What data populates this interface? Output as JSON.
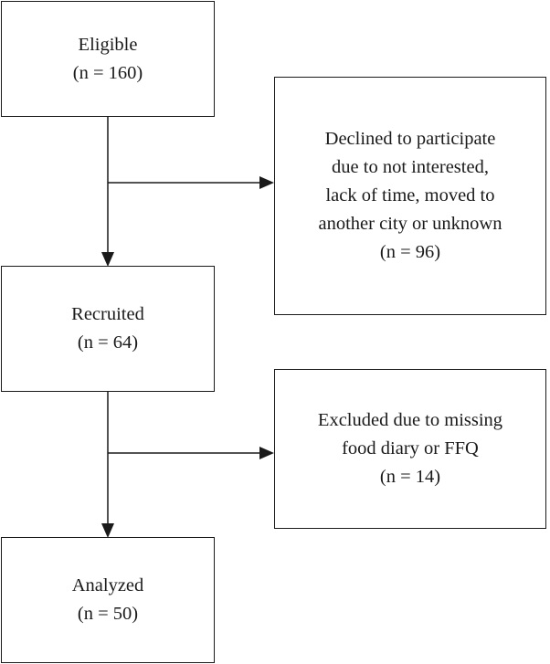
{
  "boxes": {
    "eligible": {
      "title": "Eligible",
      "count": "(n = 160)"
    },
    "declined": {
      "lines": [
        "Declined to participate",
        "due to not interested,",
        "lack of time, moved to",
        "another city or unknown"
      ],
      "count": "(n = 96)"
    },
    "recruited": {
      "title": "Recruited",
      "count": "(n = 64)"
    },
    "excluded": {
      "lines": [
        "Excluded due to missing",
        "food diary or FFQ"
      ],
      "count": "(n = 14)"
    },
    "analyzed": {
      "title": "Analyzed",
      "count": "(n = 50)"
    }
  },
  "colors": {
    "line": "#1a1a1a",
    "background": "#ffffff"
  }
}
